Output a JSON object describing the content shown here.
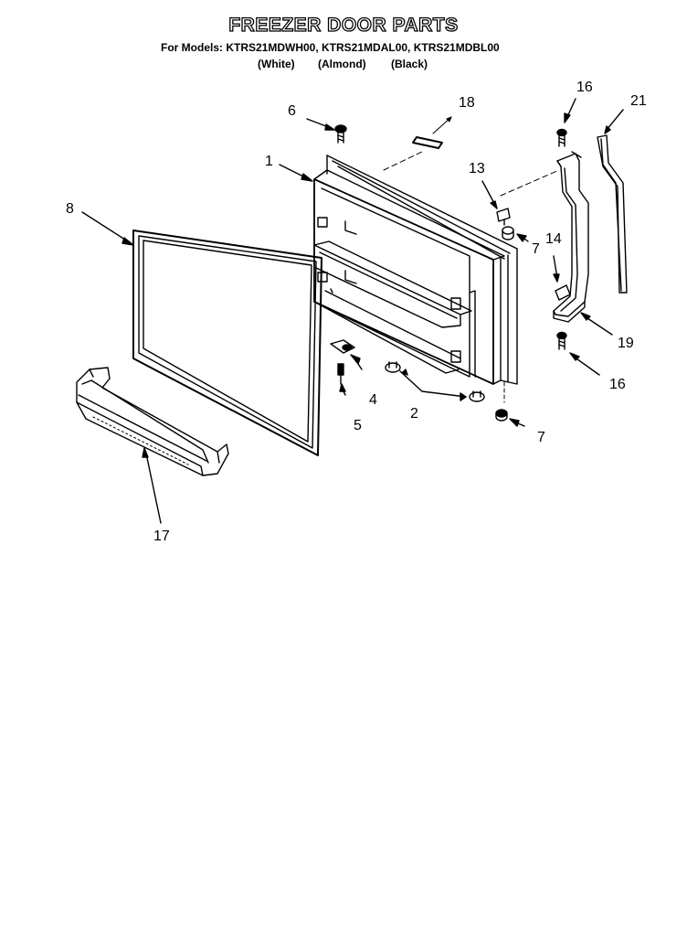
{
  "header": {
    "title": "FREEZER DOOR PARTS",
    "models_label": "For Models: KTRS21MDWH00, KTRS21MDAL00, KTRS21MDBL00",
    "colors": [
      "(White)",
      "(Almond)",
      "(Black)"
    ]
  },
  "callouts": {
    "c1": "1",
    "c2": "2",
    "c4": "4",
    "c5": "5",
    "c6": "6",
    "c7a": "7",
    "c7b": "7",
    "c8": "8",
    "c13": "13",
    "c14": "14",
    "c16a": "16",
    "c16b": "16",
    "c17": "17",
    "c18": "18",
    "c19": "19",
    "c21": "21"
  }
}
